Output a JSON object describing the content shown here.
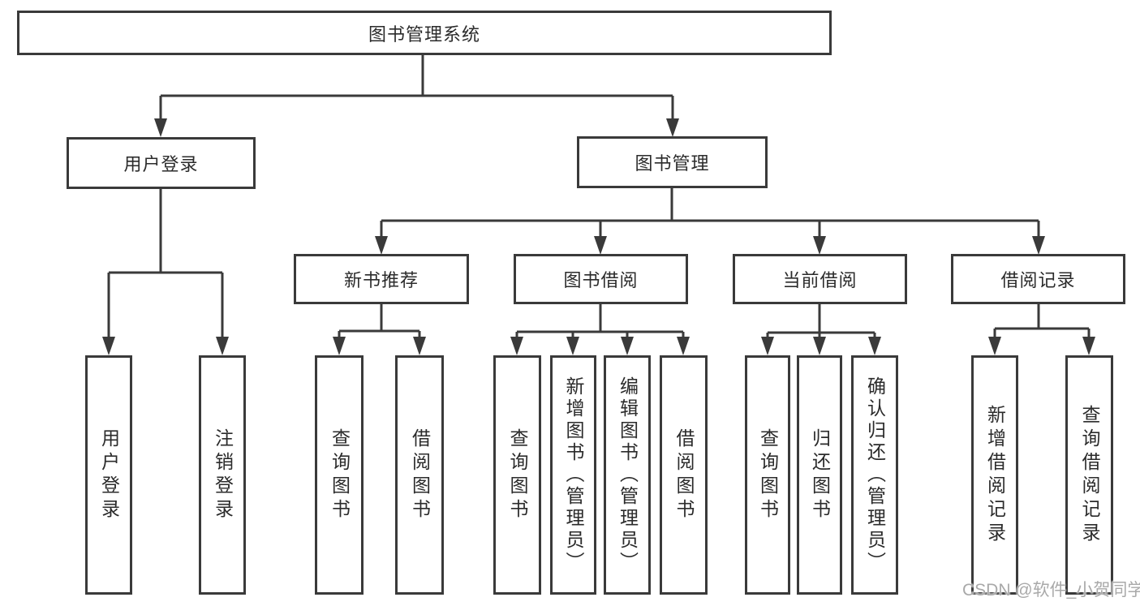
{
  "diagram": {
    "root": {
      "label": "图书管理系统"
    },
    "branches": [
      {
        "label": "用户登录",
        "children": [
          {
            "label": "用户登录"
          },
          {
            "label": "注销登录"
          }
        ]
      },
      {
        "label": "图书管理",
        "children": [
          {
            "label": "新书推荐",
            "children": [
              {
                "label": "查询图书"
              },
              {
                "label": "借阅图书"
              }
            ]
          },
          {
            "label": "图书借阅",
            "children": [
              {
                "label": "查询图书"
              },
              {
                "label": "新增图书（管理员）"
              },
              {
                "label": "编辑图书（管理员）"
              },
              {
                "label": "借阅图书"
              }
            ]
          },
          {
            "label": "当前借阅",
            "children": [
              {
                "label": "查询图书"
              },
              {
                "label": "归还图书"
              },
              {
                "label": "确认归还（管理员）"
              }
            ]
          },
          {
            "label": "借阅记录",
            "children": [
              {
                "label": "新增借阅记录"
              },
              {
                "label": "查询借阅记录"
              }
            ]
          }
        ]
      }
    ]
  },
  "watermark": {
    "text": "CSDN @软件_小贺同学"
  },
  "colors": {
    "line": "#3a3a3a",
    "text": "#2b2b2b",
    "box_background": "#ffffff",
    "watermark": "#a9a9a9",
    "page_background": "#ffffff"
  }
}
